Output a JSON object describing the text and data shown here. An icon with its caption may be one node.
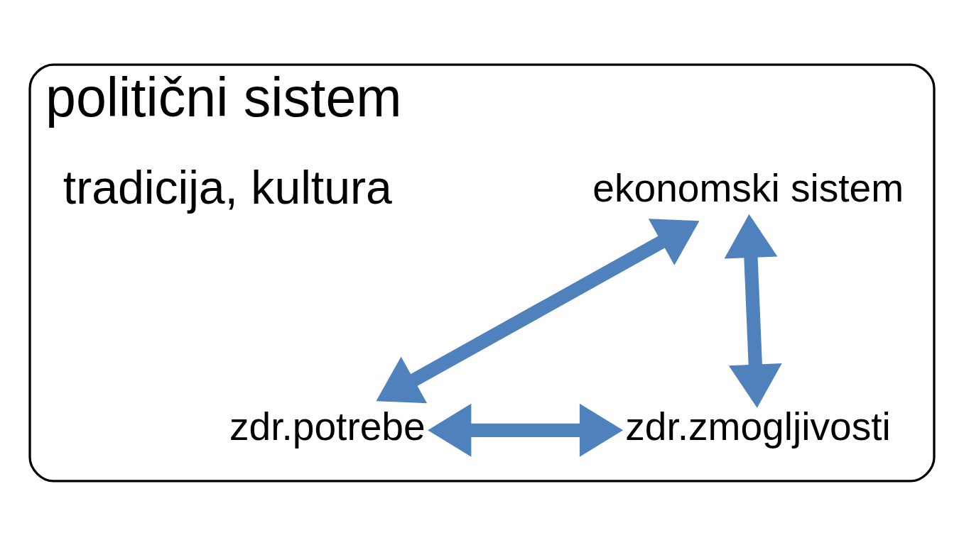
{
  "diagram": {
    "nodes": [
      {
        "text": [
          "politični sistem"
        ]
      },
      {
        "text": [
          "ekonomski sistem"
        ],
        "in": 0
      },
      {
        "text": [
          "zdr.potrebe"
        ],
        "in": 0
      },
      {
        "text": [
          "zdr.zmogljivosti"
        ],
        "in": 0
      }
    ],
    "edges": [
      {
        "from": 1,
        "to": 2,
        "arrow": "both"
      },
      {
        "from": 1,
        "to": 3,
        "arrow": "both"
      },
      {
        "from": 2,
        "to": 3,
        "arrow": "both"
      }
    ],
    "labels": [
      "tradicija, kultura"
    ]
  }
}
